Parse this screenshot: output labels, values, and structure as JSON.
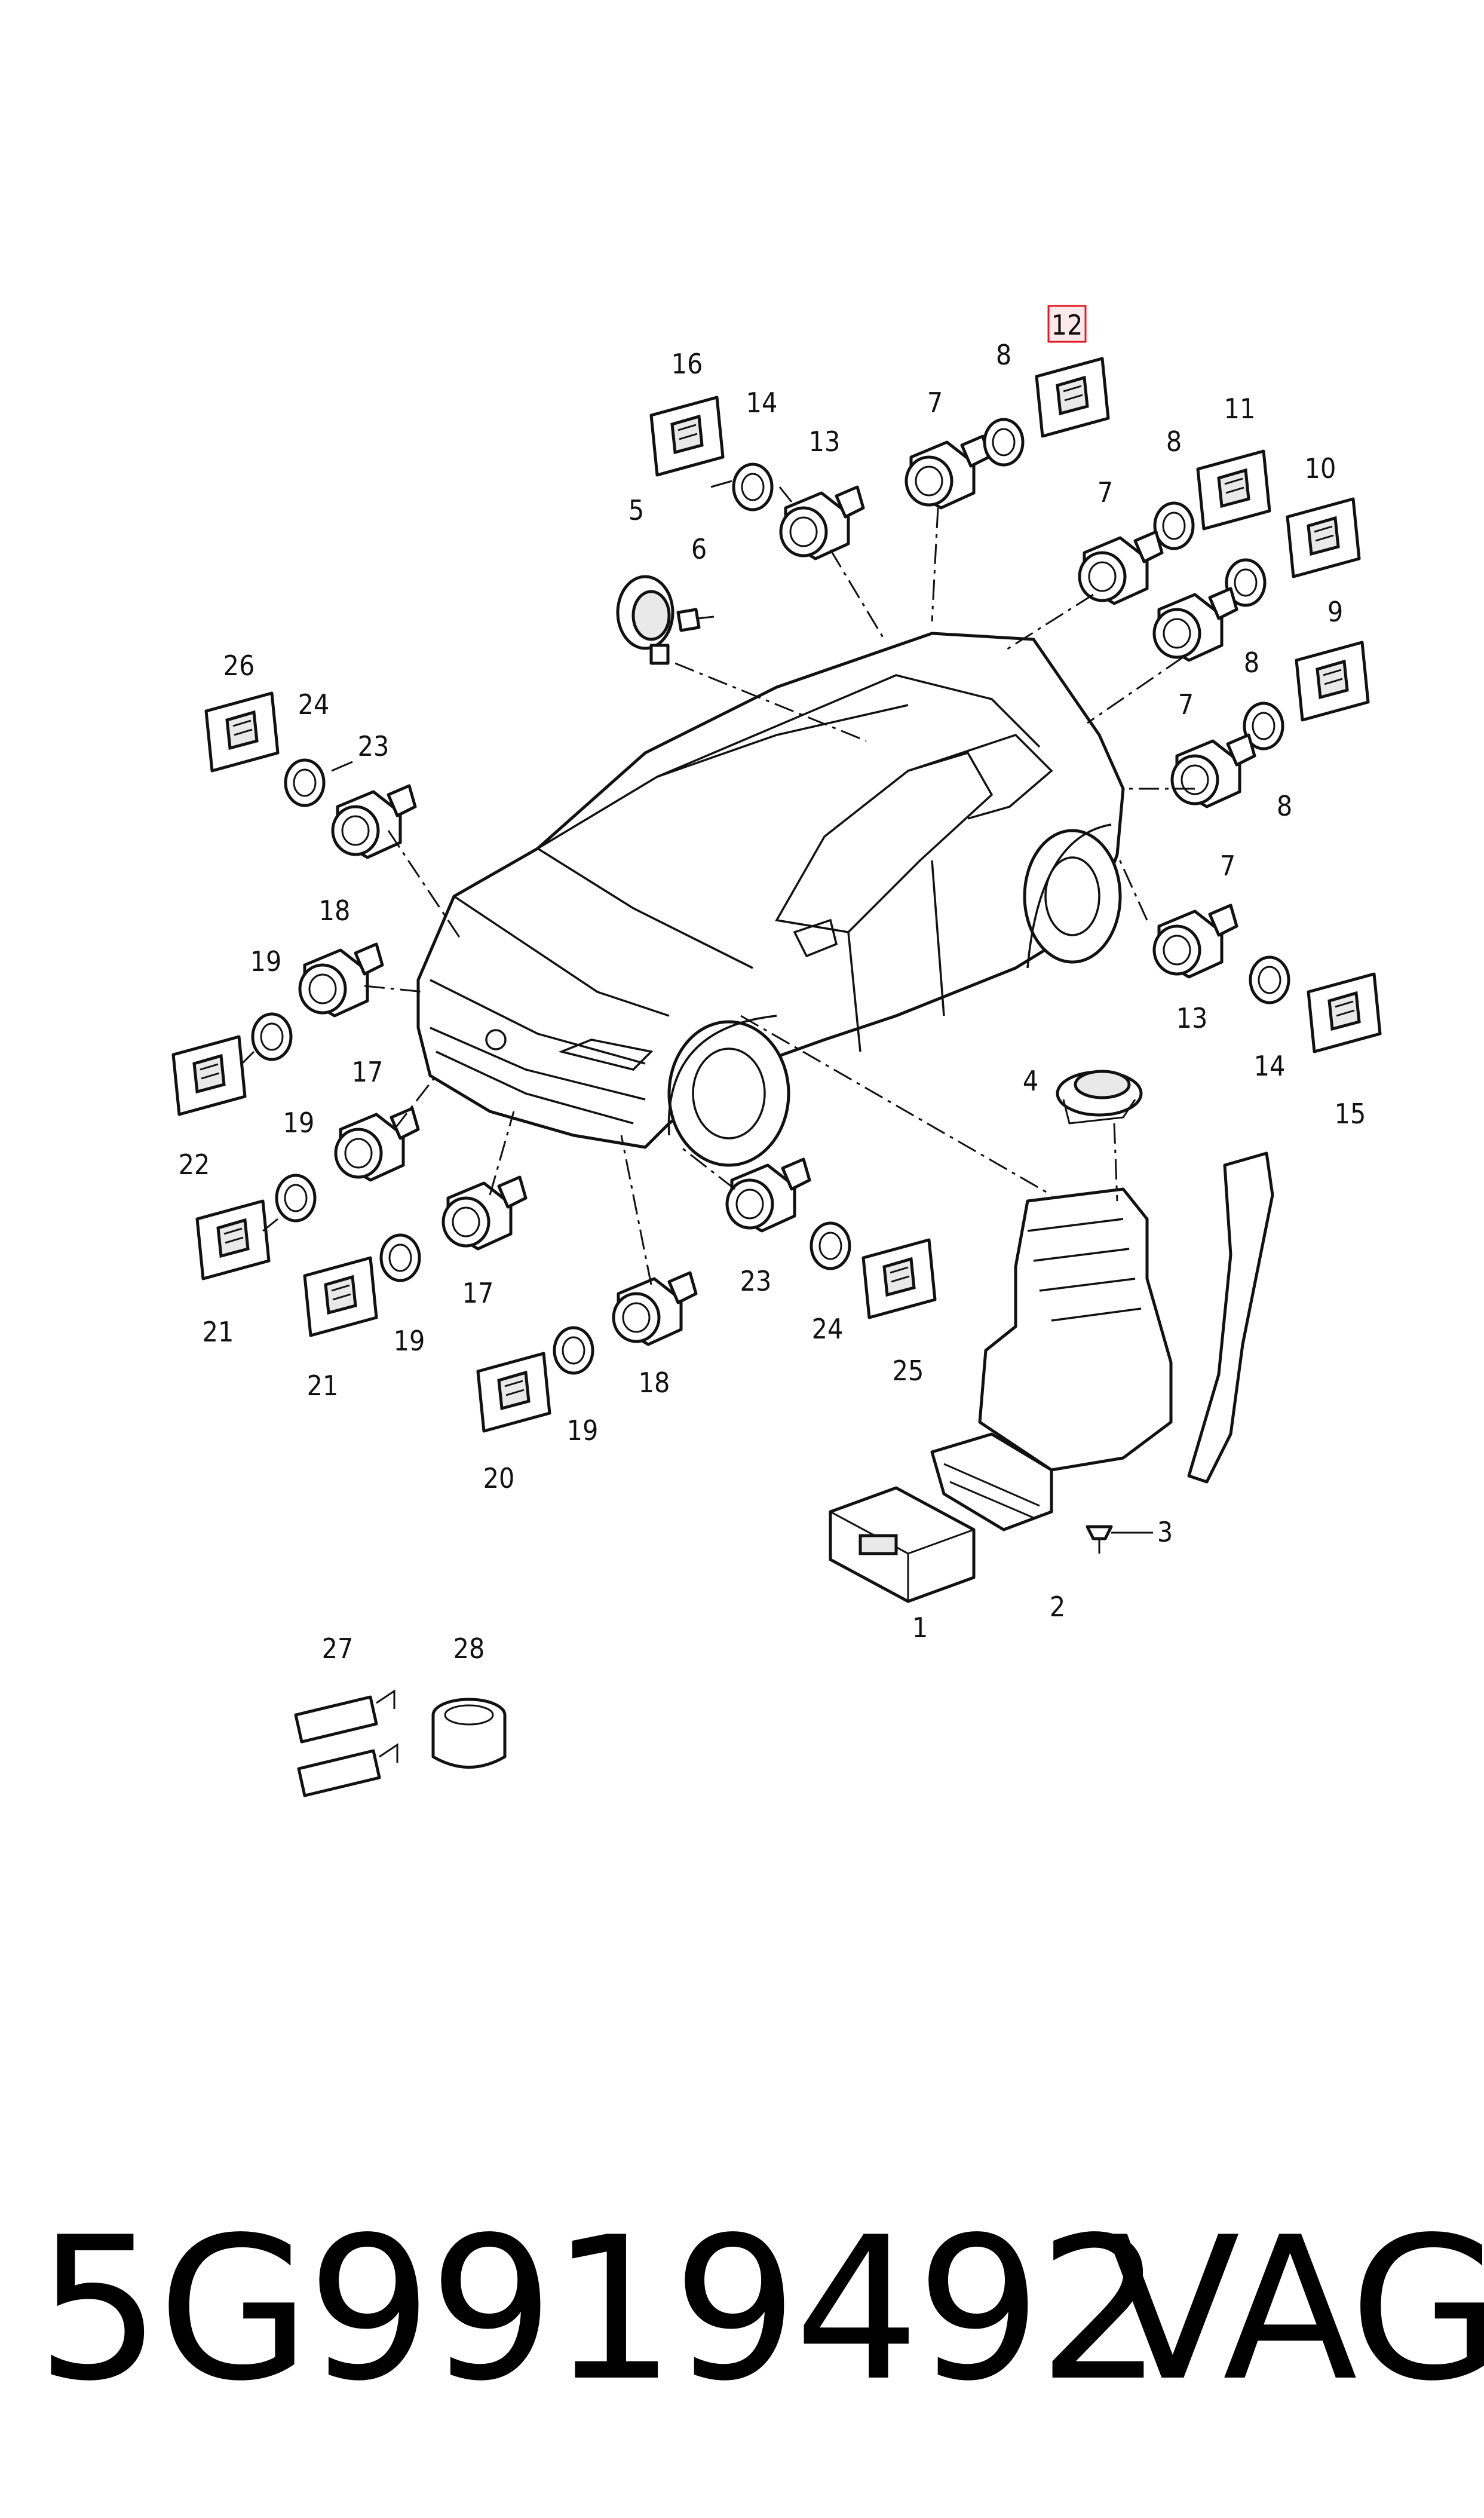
{
  "diagram": {
    "highlight_color": "#e01b24",
    "highlighted_callout": "12",
    "callouts": [
      "1",
      "2",
      "3",
      "4",
      "5",
      "6",
      "7",
      "7",
      "7",
      "7",
      "8",
      "8",
      "8",
      "8",
      "9",
      "10",
      "11",
      "12",
      "13",
      "13",
      "14",
      "14",
      "15",
      "16",
      "17",
      "17",
      "18",
      "18",
      "19",
      "19",
      "19",
      "19",
      "20",
      "21",
      "21",
      "22",
      "23",
      "23",
      "24",
      "24",
      "25",
      "26",
      "27",
      "28"
    ]
  },
  "footer": {
    "part_number": "5G9919492",
    "brand": "VAG"
  }
}
